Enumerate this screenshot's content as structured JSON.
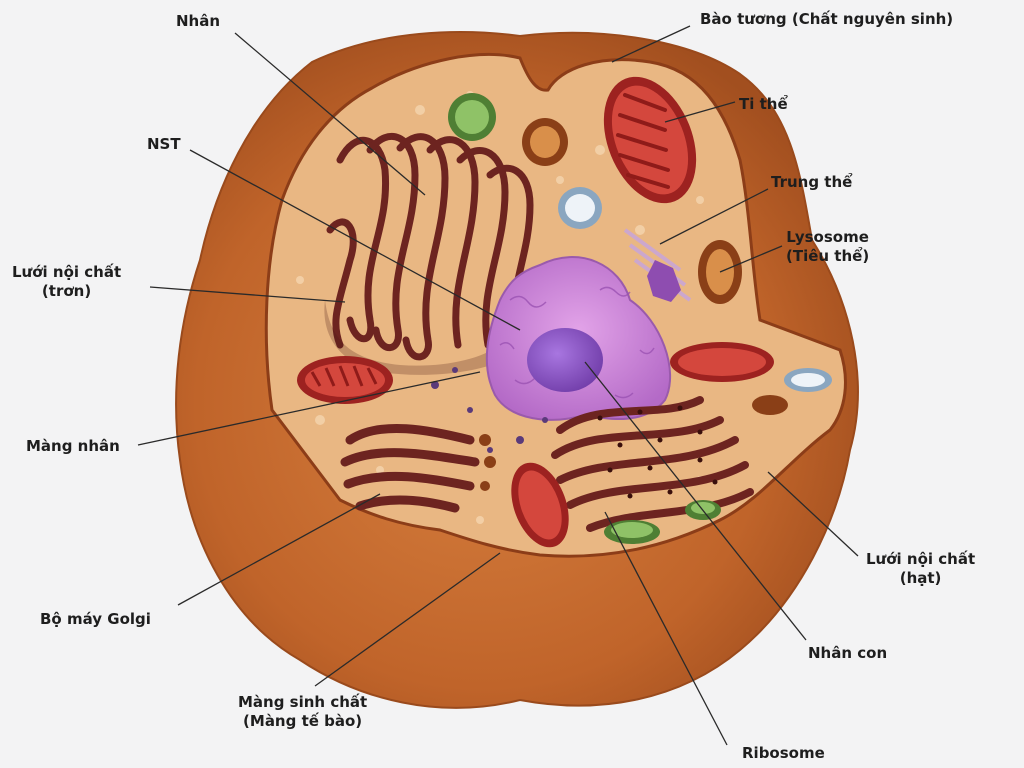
{
  "labels": {
    "nucleus": "Nhân",
    "chromosome": "NST",
    "smooth_er_line1": "Lưới nội chất",
    "smooth_er_line2": "(trơn)",
    "nuclear_membrane": "Màng nhân",
    "golgi": "Bộ máy Golgi",
    "plasma_membrane_line1": "Màng sinh chất",
    "plasma_membrane_line2": "(Màng tế bào)",
    "ribosome": "Ribosome",
    "nucleolus": "Nhân con",
    "rough_er_line1": "Lưới nội chất",
    "rough_er_line2": "(hạt)",
    "lysosome_line1": "Lysosome",
    "lysosome_line2": "(Tiêu thể)",
    "centrosome": "Trung thể",
    "mitochondrion": "Ti thể",
    "cytoplasm": "Bào tương (Chất nguyên sinh)"
  },
  "colors": {
    "background": "#f3f3f4",
    "cell_body": "#c0642a",
    "cytoplasm": "#e9b783",
    "nucleus": "#c97fd6",
    "nucleolus": "#8a4fc2",
    "endoplasmic_reticulum": "#6d2420",
    "mitochondrion": "#c0312b",
    "vacuole": "#7aa84c",
    "leader_line": "#2a2a2a"
  }
}
